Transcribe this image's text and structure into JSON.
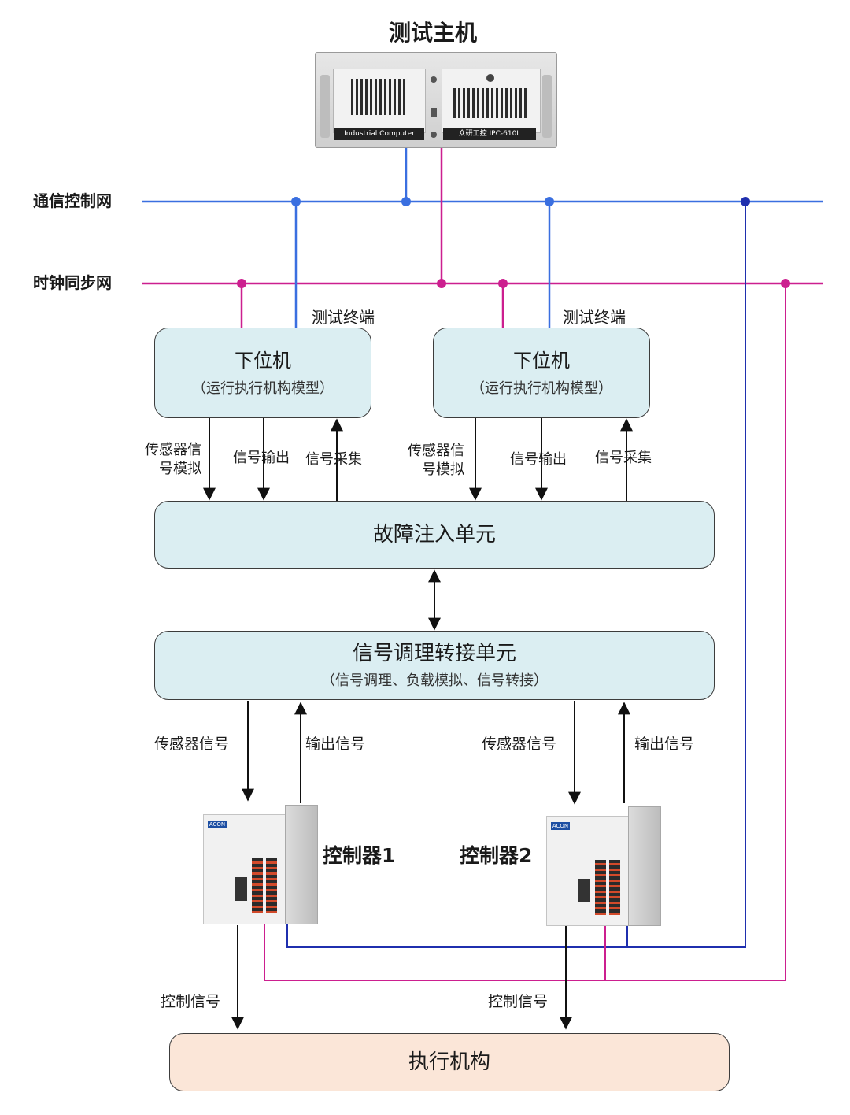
{
  "host": {
    "title": "测试主机",
    "badge_left": "Industrial Computer",
    "badge_right": "众研工控 IPC-610L"
  },
  "networks": {
    "comm": "通信控制网",
    "clock": "时钟同步网"
  },
  "terminals": [
    {
      "caption": "测试终端",
      "title": "下位机",
      "subtitle": "（运行执行机构模型）",
      "arrows": [
        "传感器信\n号模拟",
        "信号输出",
        "信号采集"
      ]
    },
    {
      "caption": "测试终端",
      "title": "下位机",
      "subtitle": "（运行执行机构模型）",
      "arrows": [
        "传感器信\n号模拟",
        "信号输出",
        "信号采集"
      ]
    }
  ],
  "fault_unit": {
    "title": "故障注入单元"
  },
  "signal_unit": {
    "title": "信号调理转接单元",
    "subtitle": "（信号调理、负载模拟、信号转接）"
  },
  "controller_links": [
    {
      "down": "传感器信号",
      "up": "输出信号"
    },
    {
      "down": "传感器信号",
      "up": "输出信号"
    }
  ],
  "controllers": [
    {
      "label": "控制器1",
      "brand": "ACON"
    },
    {
      "label": "控制器2",
      "brand": "ACON"
    }
  ],
  "control_signals": [
    "控制信号",
    "控制信号"
  ],
  "actuator": {
    "title": "执行机构"
  },
  "colors": {
    "comm": "#3a6fe0",
    "clock": "#cc1f8f",
    "bus_dark": "#1f2fae"
  }
}
